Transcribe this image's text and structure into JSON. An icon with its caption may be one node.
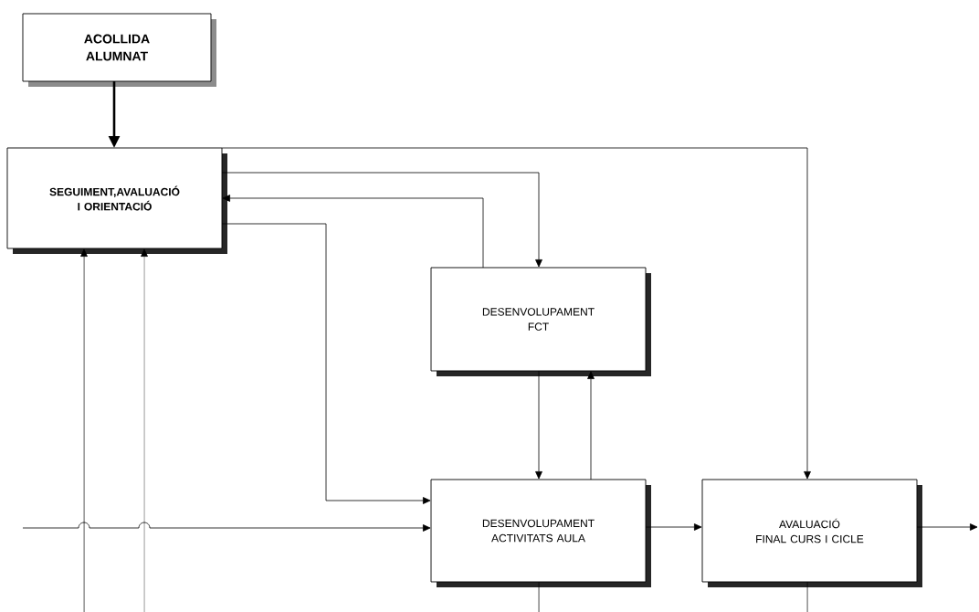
{
  "diagram": {
    "nodes": [
      {
        "text": [
          "ACOLLIDA ALUMNAT"
        ]
      },
      {
        "text": [
          "SEGUIMENT,AVALUACIÓ I ORIENTACIÓ"
        ]
      },
      {
        "text": [
          "DESENVOLUPAMENT FCT"
        ]
      },
      {
        "text": [
          "DESENVOLUPAMENT ACTIVITATS AULA"
        ]
      },
      {
        "text": [
          "AVALUACIÓ FINAL CURS I CICLE"
        ]
      }
    ],
    "edges": [
      {
        "from": 0,
        "to": 1,
        "arrow": "to",
        "style": "thick"
      },
      {
        "from": 1,
        "to": 4,
        "arrow": "to"
      },
      {
        "from": 1,
        "to": 2,
        "arrow": "to"
      },
      {
        "from": 2,
        "to": 1,
        "arrow": "to"
      },
      {
        "from": 1,
        "to": 3,
        "arrow": "to"
      },
      {
        "from": 2,
        "to": 3,
        "arrow": "to"
      },
      {
        "from": 3,
        "to": 2,
        "arrow": "to"
      },
      {
        "from": 3,
        "to": 4,
        "arrow": "to"
      },
      {
        "from": null,
        "to": 3,
        "arrow": "to"
      },
      {
        "from": null,
        "to": 1,
        "arrow": "to"
      },
      {
        "from": null,
        "to": 1,
        "arrow": "to"
      },
      {
        "from": 3,
        "to": null,
        "arrow": "none"
      },
      {
        "from": 4,
        "to": null,
        "arrow": "none"
      },
      {
        "from": 4,
        "to": null,
        "arrow": "to"
      }
    ]
  }
}
